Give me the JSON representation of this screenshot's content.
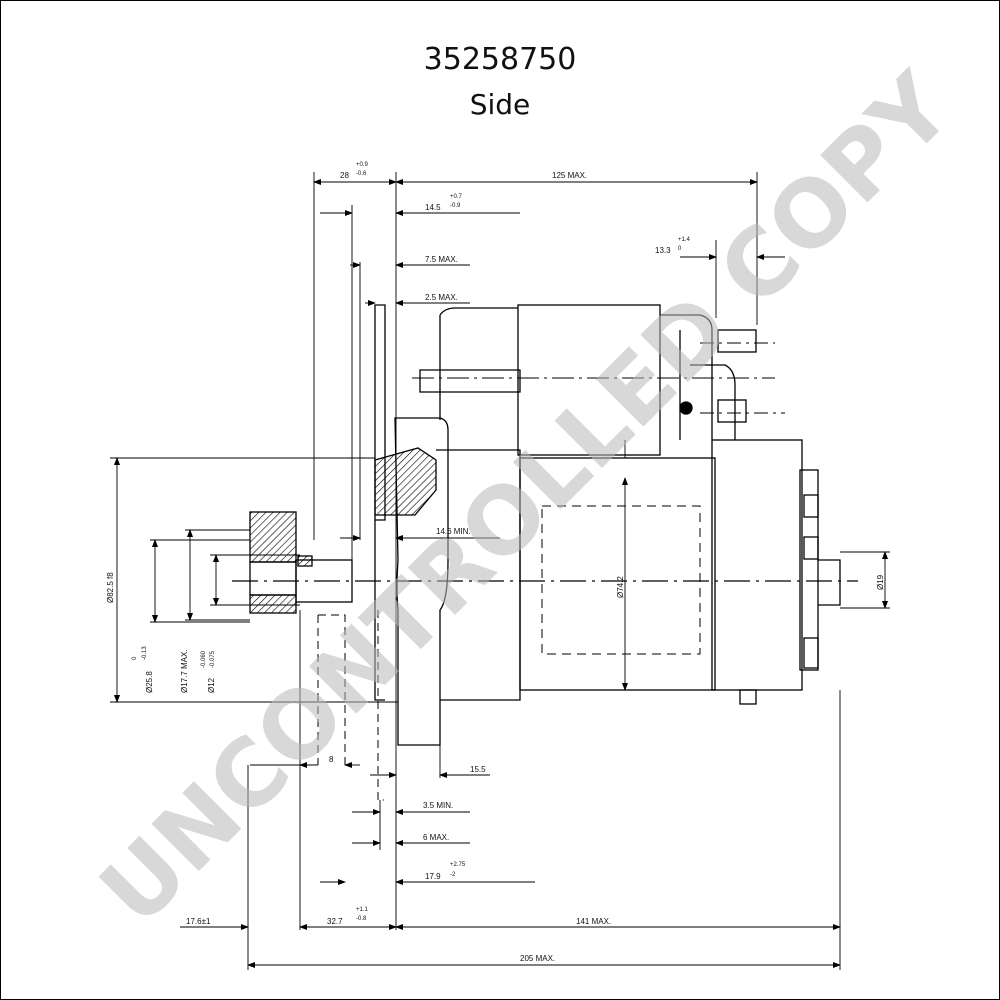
{
  "drawing": {
    "part_number": "35258750",
    "view": "Side",
    "watermark": "UNCONTROLLED COPY"
  },
  "dimensions": {
    "d28": "28",
    "d28_plus": "+0.9",
    "d28_minus": "-0.6",
    "d125": "125 MAX.",
    "d145": "14.5",
    "d145_plus": "+0.7",
    "d145_minus": "-0.9",
    "d133": "13.3",
    "d133_plus": "+1.4",
    "d133_minus": "0",
    "d75": "7.5 MAX.",
    "d25": "2.5 MAX.",
    "d146": "14.6 MIN.",
    "d742": "Ø74.2",
    "d19": "Ø19",
    "d825": "Ø82.5 f8",
    "d258": "Ø25.8",
    "d258_plus": "0",
    "d258_minus": "-0.13",
    "d177": "Ø17.7 MAX.",
    "d12": "Ø12",
    "d12_plus": "-0.060",
    "d12_minus": "-0.075",
    "d8": "8",
    "d155": "15.5",
    "d35": "3.5 MIN.",
    "d6": "6 MAX.",
    "d179": "17.9",
    "d179_plus": "+2.75",
    "d179_minus": "-2",
    "d176": "17.6±1",
    "d327": "32.7",
    "d327_plus": "+1.1",
    "d327_minus": "-0.8",
    "d141": "141 MAX.",
    "d205": "205 MAX."
  }
}
